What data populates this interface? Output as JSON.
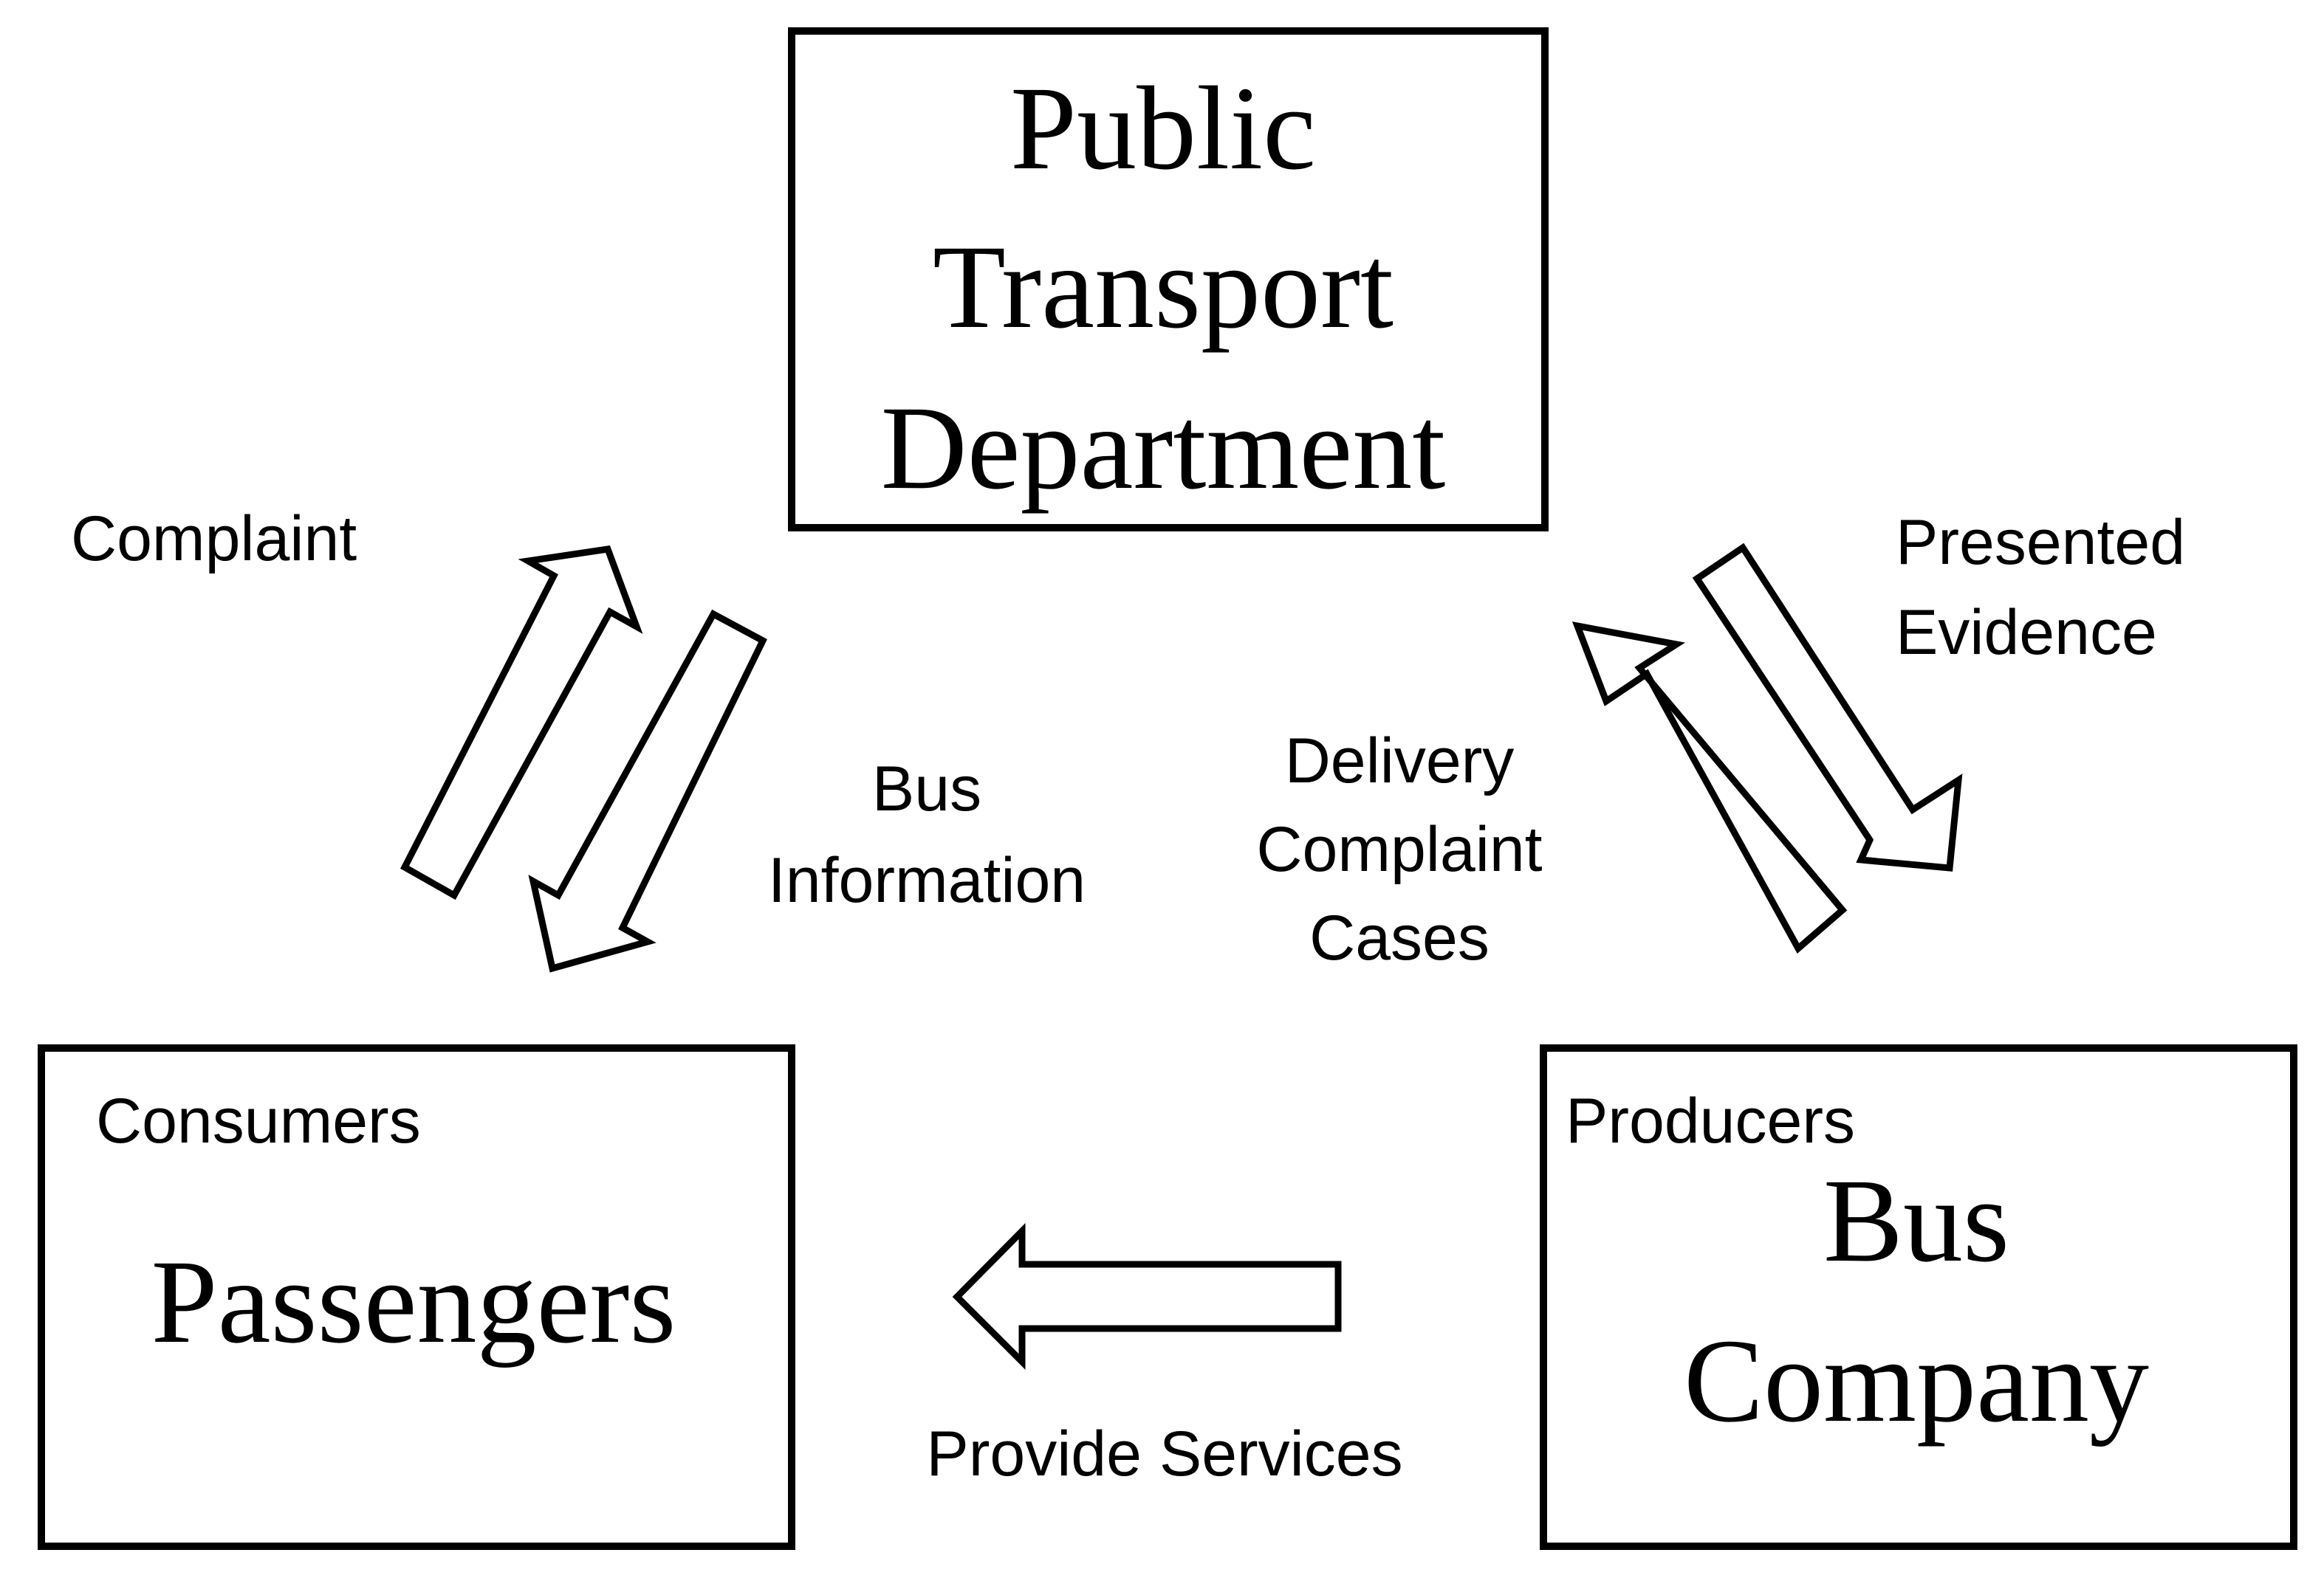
{
  "nodes": {
    "department": {
      "title_lines": [
        "Public",
        "Transport",
        "Department"
      ]
    },
    "passengers": {
      "role": "Consumers",
      "title": "Passengers"
    },
    "bus_company": {
      "role": "Producers",
      "title_lines": [
        "Bus",
        "Company"
      ]
    }
  },
  "edges": {
    "complaint": {
      "label": "Complaint",
      "from": "Passengers",
      "to": "Public Transport Department"
    },
    "bus_information": {
      "label_lines": [
        "Bus",
        "Information"
      ],
      "from": "Public Transport Department",
      "to": "Passengers"
    },
    "delivery_complaint_cases": {
      "label_lines": [
        "Delivery",
        "Complaint",
        "Cases"
      ],
      "from": "Bus Company",
      "to": "Public Transport Department"
    },
    "presented_evidence": {
      "label_lines": [
        "Presented",
        "Evidence"
      ],
      "from": "Public Transport Department",
      "to": "Bus Company"
    },
    "provide_services": {
      "label": "Provide Services",
      "from": "Bus Company",
      "to": "Passengers"
    }
  }
}
